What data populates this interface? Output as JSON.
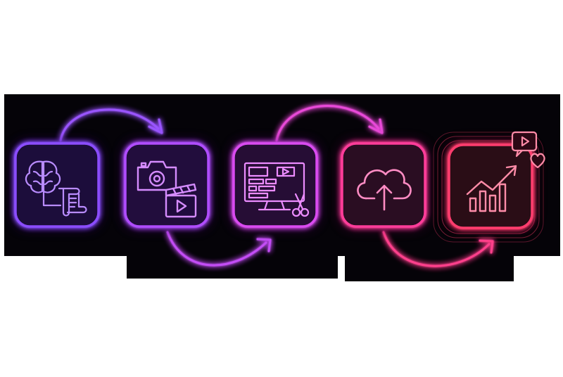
{
  "colors": {
    "background": "#ffffff",
    "panel": "#050308",
    "step_colors": [
      "#8b4dff",
      "#b04dff",
      "#d94cf0",
      "#ff3d9a",
      "#ff3d6e"
    ]
  },
  "steps": [
    {
      "id": "ideation",
      "icons": [
        "brain-icon",
        "script-scroll-icon"
      ]
    },
    {
      "id": "production",
      "icons": [
        "camera-icon",
        "clapperboard-icon"
      ]
    },
    {
      "id": "editing",
      "icons": [
        "monitor-timeline-icon",
        "scissors-icon"
      ]
    },
    {
      "id": "upload",
      "icons": [
        "cloud-upload-icon"
      ]
    },
    {
      "id": "growth",
      "icons": [
        "bar-chart-growth-icon",
        "video-play-bubble-icon",
        "heart-icon"
      ]
    }
  ],
  "connectors": [
    {
      "from": 0,
      "to": 1,
      "side": "top"
    },
    {
      "from": 1,
      "to": 2,
      "side": "bottom"
    },
    {
      "from": 2,
      "to": 3,
      "side": "top"
    },
    {
      "from": 3,
      "to": 4,
      "side": "bottom"
    }
  ]
}
